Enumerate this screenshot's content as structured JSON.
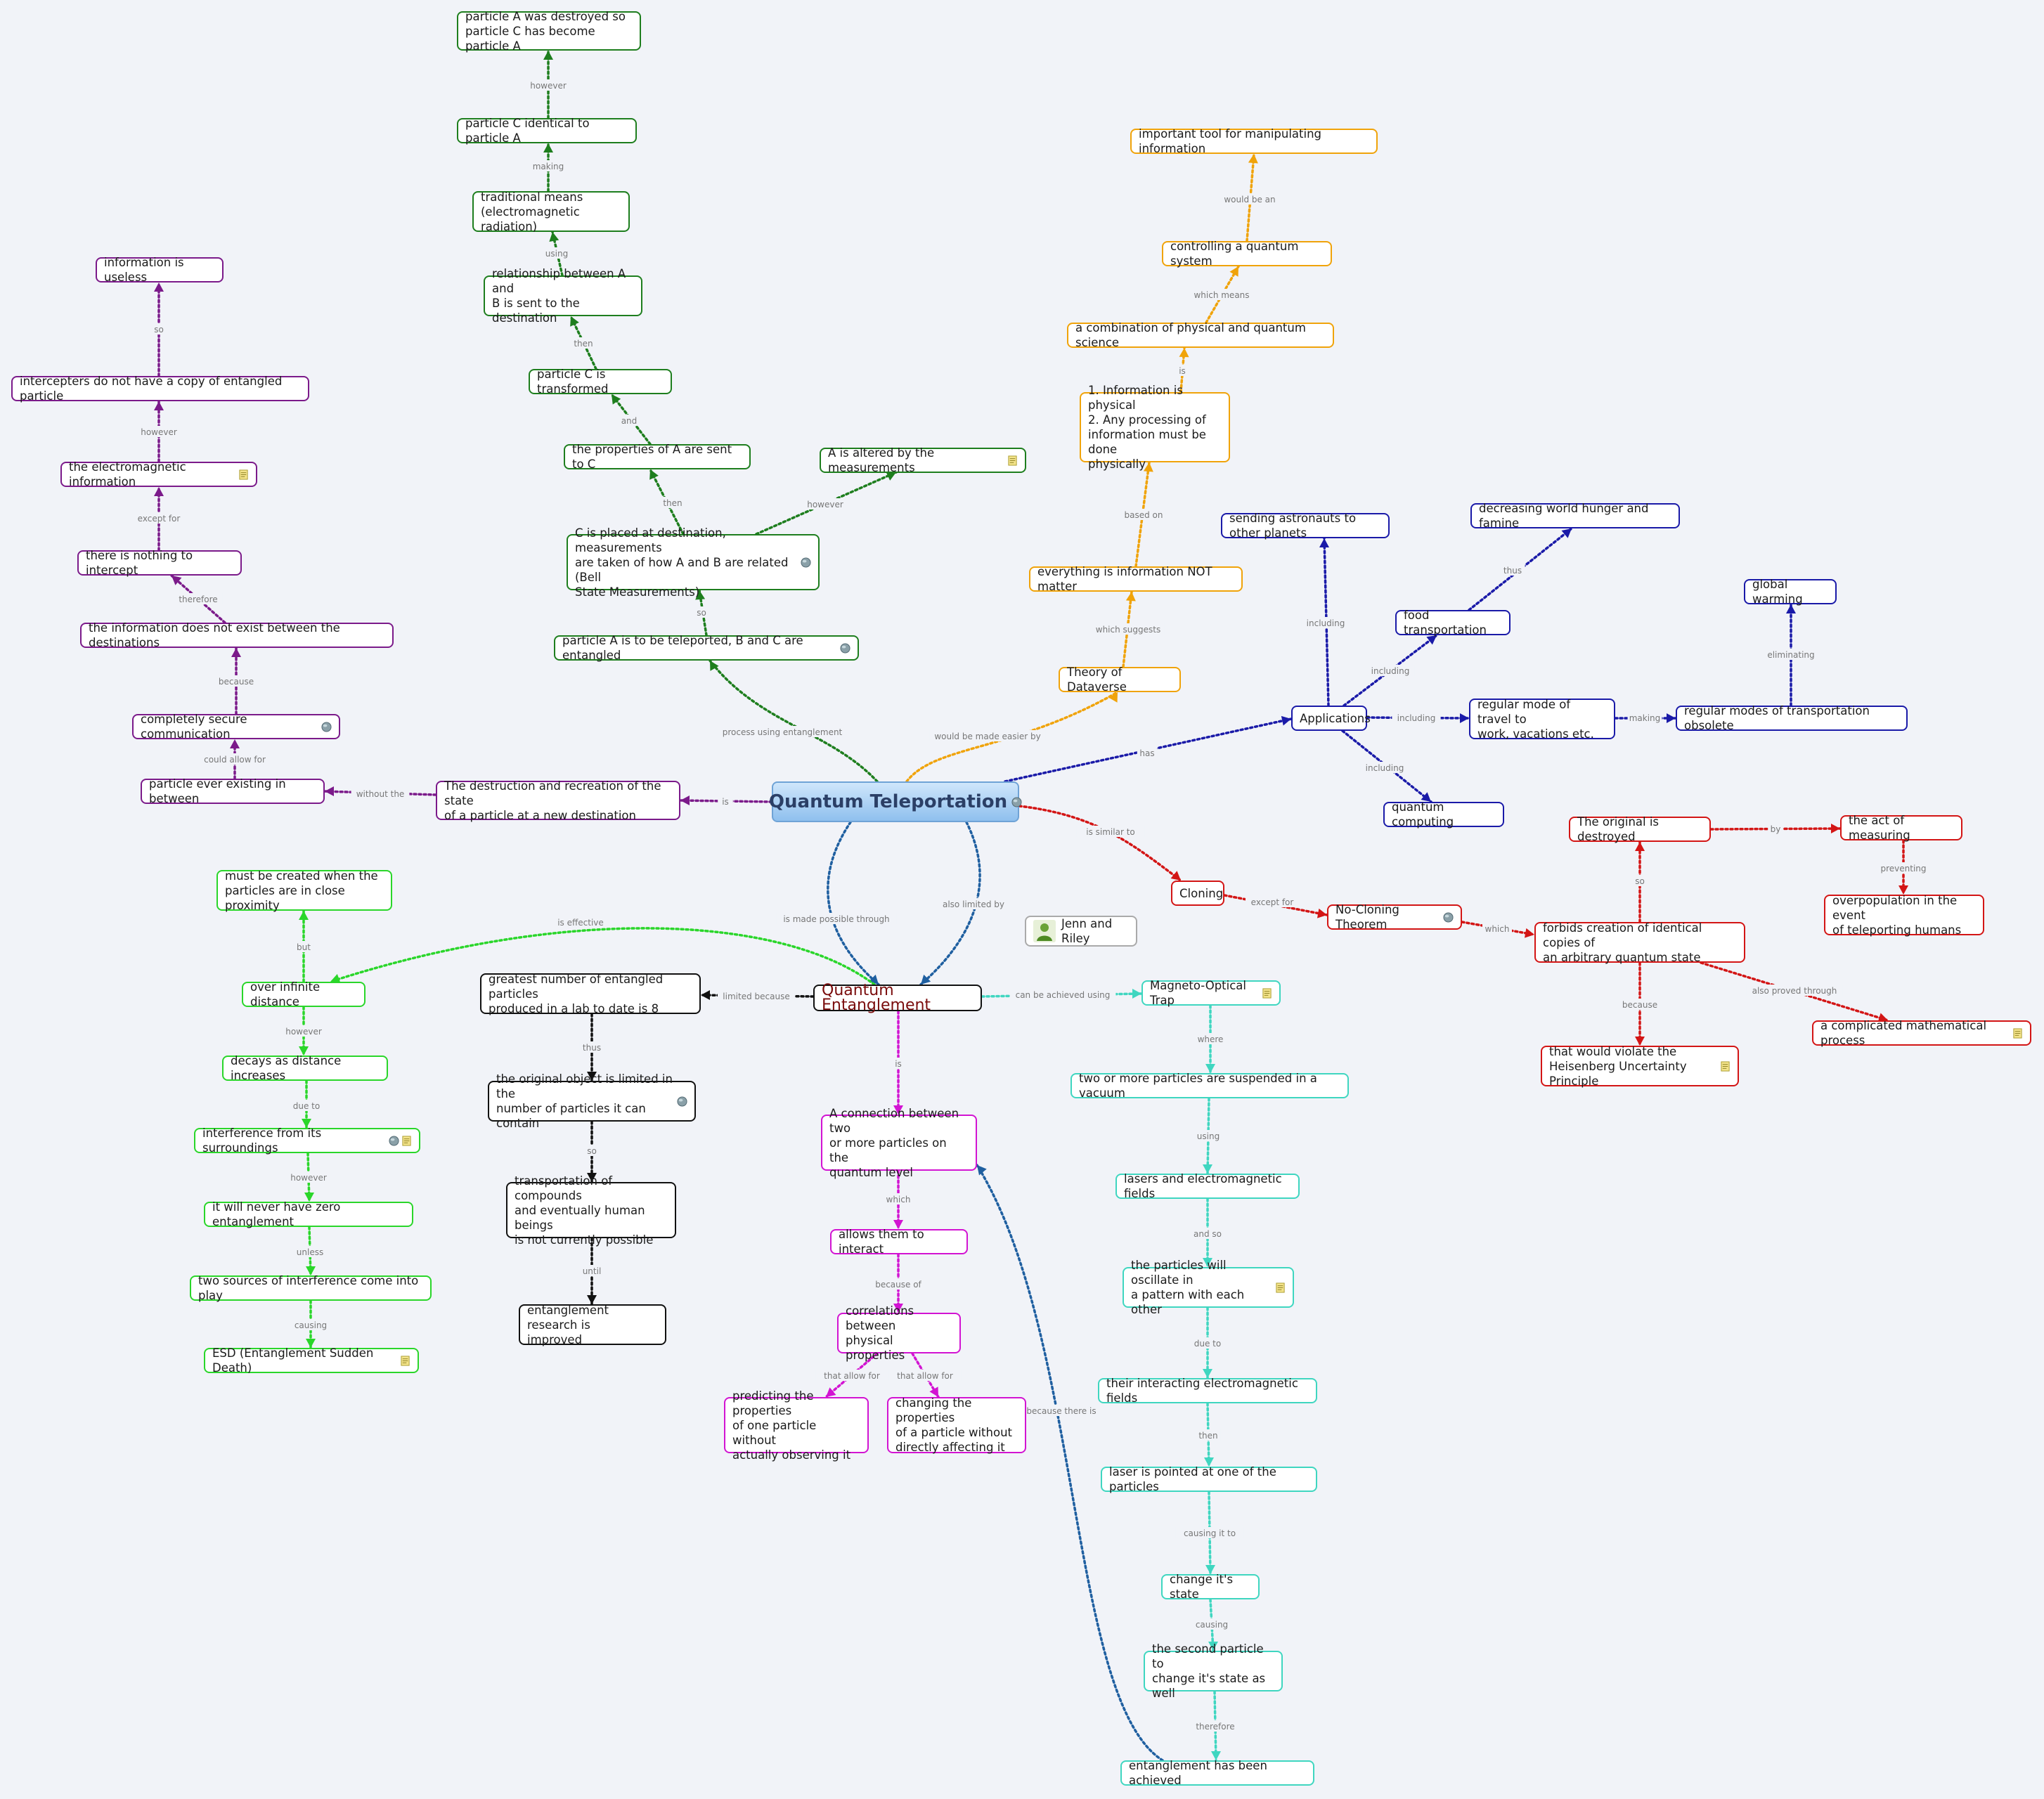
{
  "colors": {
    "purple": "#7b1a8a",
    "green": "#1e7e1e",
    "orange": "#f0a30a",
    "blue": "#1a1aa8",
    "red": "#d31515",
    "lime": "#2ad62a",
    "black": "#111111",
    "magenta": "#d214d2",
    "teal": "#3fd6c0",
    "steel": "#1f5fa0",
    "central_fill": "#a9d2f5"
  },
  "icons": {
    "globe": "globe-icon",
    "note": "note-icon",
    "person": "person-icon"
  },
  "nodes": {
    "qt": {
      "text": "Quantum Teleportation",
      "icon": "globe"
    },
    "qe": {
      "text": "Quantum Entanglement"
    },
    "jenn": {
      "text": "Jenn and Riley",
      "icon": "person"
    },
    "destruction": {
      "text": "The destruction and recreation of the state\nof a particle at a new destination"
    },
    "ever_existing": {
      "text": "particle ever existing in between"
    },
    "secure": {
      "text": "completely secure communication",
      "icon": "globe"
    },
    "no_exist": {
      "text": "the information does not exist between the destinations"
    },
    "nothing_intercept": {
      "text": "there is nothing to intercept"
    },
    "em_info": {
      "text": "the electromagnetic information",
      "icon": "note"
    },
    "interceptors": {
      "text": "intercepters do not have a copy of entangled particle"
    },
    "useless": {
      "text": "information is useless"
    },
    "p_teleported": {
      "text": "particle A is to be teleported, B and C are entangled",
      "icon": "globe"
    },
    "c_placed": {
      "text": "C is placed at destination, measurements\nare taken of how A and B are related (Bell\nState Measurements)",
      "icon": "globe"
    },
    "a_altered": {
      "text": "A is altered by the measurements",
      "icon": "note"
    },
    "props_sent": {
      "text": "the properties of A are sent to C"
    },
    "c_transformed": {
      "text": "particle C is transformed"
    },
    "relationship": {
      "text": "relationship between A and\nB is sent to the destination"
    },
    "traditional": {
      "text": "traditional means\n(electromagnetic radiation)"
    },
    "c_identical": {
      "text": "particle C identical to particle A"
    },
    "a_destroyed": {
      "text": "particle A was destroyed so\nparticle C has become particle A"
    },
    "dataverse": {
      "text": "Theory of Dataverse"
    },
    "everything_info": {
      "text": "everything is information NOT matter"
    },
    "info_physical": {
      "text": "1. Information is physical\n2. Any processing of\ninformation must be done\nphysically"
    },
    "combination": {
      "text": "a combination of physical and quantum science"
    },
    "controlling": {
      "text": "controlling a quantum system"
    },
    "important_tool": {
      "text": "important tool for manipulating information"
    },
    "applications": {
      "text": "Applications"
    },
    "astronauts": {
      "text": "sending astronauts to other planets"
    },
    "food": {
      "text": "food transportation"
    },
    "hunger": {
      "text": "decreasing world hunger and famine"
    },
    "regular_travel": {
      "text": "regular mode of travel to\nwork, vacations etc."
    },
    "obsolete": {
      "text": "regular modes of transportation obsolete"
    },
    "warming": {
      "text": "global warming"
    },
    "qcomputing": {
      "text": "quantum computing"
    },
    "cloning": {
      "text": "Cloning"
    },
    "no_cloning": {
      "text": "No-Cloning Theorem",
      "icon": "globe"
    },
    "forbids": {
      "text": "forbids creation of identical copies of\nan arbitrary quantum state"
    },
    "orig_destroyed": {
      "text": "The original is destroyed"
    },
    "act_measuring": {
      "text": "the act of measuring"
    },
    "overpopulation": {
      "text": "overpopulation in the event\nof teleporting humans"
    },
    "heisenberg": {
      "text": "that would violate the\nHeisenberg Uncertainty Principle",
      "icon": "note"
    },
    "math_process": {
      "text": "a complicated mathematical process",
      "icon": "note"
    },
    "close_proximity": {
      "text": "must be created when the\nparticles are in close proximity"
    },
    "infinite": {
      "text": "over infinite distance"
    },
    "decays": {
      "text": "decays as distance increases"
    },
    "interference": {
      "text": "interference from its surroundings",
      "icon": "globe",
      "icon2": "note"
    },
    "zero_ent": {
      "text": "it will never have zero entanglement"
    },
    "two_sources": {
      "text": "two sources of interference come into play"
    },
    "esd": {
      "text": "ESD (Entanglement Sudden Death)",
      "icon": "note"
    },
    "greatest": {
      "text": "greatest number of entangled particles\nproduced in a lab to date is 8"
    },
    "limited_obj": {
      "text": "the original object is limited in the\nnumber of particles it can contain",
      "icon": "globe"
    },
    "transport_comp": {
      "text": "transportation of compounds\nand eventually human beings\nis not currently possible"
    },
    "research": {
      "text": "entanglement research is\nimproved"
    },
    "connection": {
      "text": "A connection between two\nor more particles on the\nquantum level"
    },
    "interact": {
      "text": "allows them to interact"
    },
    "correlations": {
      "text": "correlations between\nphysical properties"
    },
    "predicting": {
      "text": "predicting the properties\nof one particle without\nactually observing it"
    },
    "changing": {
      "text": "changing the properties\nof a particle without\ndirectly affecting it"
    },
    "mot": {
      "text": "Magneto-Optical Trap",
      "icon": "note"
    },
    "suspended": {
      "text": "two or more particles are suspended in a vacuum"
    },
    "lasers": {
      "text": "lasers and electromagnetic fields"
    },
    "oscillate": {
      "text": "the particles will oscillate in\na pattern with each other",
      "icon": "note"
    },
    "em_fields": {
      "text": "their interacting electromagnetic fields"
    },
    "laser_pointed": {
      "text": "laser is pointed at one of the particles"
    },
    "change_state": {
      "text": "change it's state"
    },
    "second_particle": {
      "text": "the second particle to\nchange it's state as well"
    },
    "achieved": {
      "text": "entanglement has been achieved"
    }
  },
  "edges": [
    {
      "label": "is"
    },
    {
      "label": "without the"
    },
    {
      "label": "could allow for"
    },
    {
      "label": "because"
    },
    {
      "label": "therefore"
    },
    {
      "label": "except for"
    },
    {
      "label": "however"
    },
    {
      "label": "so"
    },
    {
      "label": "process using entanglement"
    },
    {
      "label": "so"
    },
    {
      "label": "however"
    },
    {
      "label": "then"
    },
    {
      "label": "and"
    },
    {
      "label": "then"
    },
    {
      "label": "using"
    },
    {
      "label": "making"
    },
    {
      "label": "however"
    },
    {
      "label": "would be made easier by"
    },
    {
      "label": "which suggests"
    },
    {
      "label": "based on"
    },
    {
      "label": "is"
    },
    {
      "label": "which means"
    },
    {
      "label": "would be an"
    },
    {
      "label": "has"
    },
    {
      "label": "including"
    },
    {
      "label": "including"
    },
    {
      "label": "thus"
    },
    {
      "label": "including"
    },
    {
      "label": "making"
    },
    {
      "label": "eliminating"
    },
    {
      "label": "including"
    },
    {
      "label": "is similar to"
    },
    {
      "label": "except for"
    },
    {
      "label": "which"
    },
    {
      "label": "so"
    },
    {
      "label": "by"
    },
    {
      "label": "preventing"
    },
    {
      "label": "because"
    },
    {
      "label": "also proved through"
    },
    {
      "label": "is made possible through"
    },
    {
      "label": "also limited by"
    },
    {
      "label": "is effective"
    },
    {
      "label": "but"
    },
    {
      "label": "however"
    },
    {
      "label": "due to"
    },
    {
      "label": "however"
    },
    {
      "label": "unless"
    },
    {
      "label": "causing"
    },
    {
      "label": "limited because"
    },
    {
      "label": "thus"
    },
    {
      "label": "so"
    },
    {
      "label": "until"
    },
    {
      "label": "is"
    },
    {
      "label": "which"
    },
    {
      "label": "because of"
    },
    {
      "label": "that allow for"
    },
    {
      "label": "that allow for"
    },
    {
      "label": "can be achieved using"
    },
    {
      "label": "where"
    },
    {
      "label": "using"
    },
    {
      "label": "and so"
    },
    {
      "label": "due to"
    },
    {
      "label": "then"
    },
    {
      "label": "causing it to"
    },
    {
      "label": "causing"
    },
    {
      "label": "therefore"
    },
    {
      "label": "because there is"
    }
  ]
}
